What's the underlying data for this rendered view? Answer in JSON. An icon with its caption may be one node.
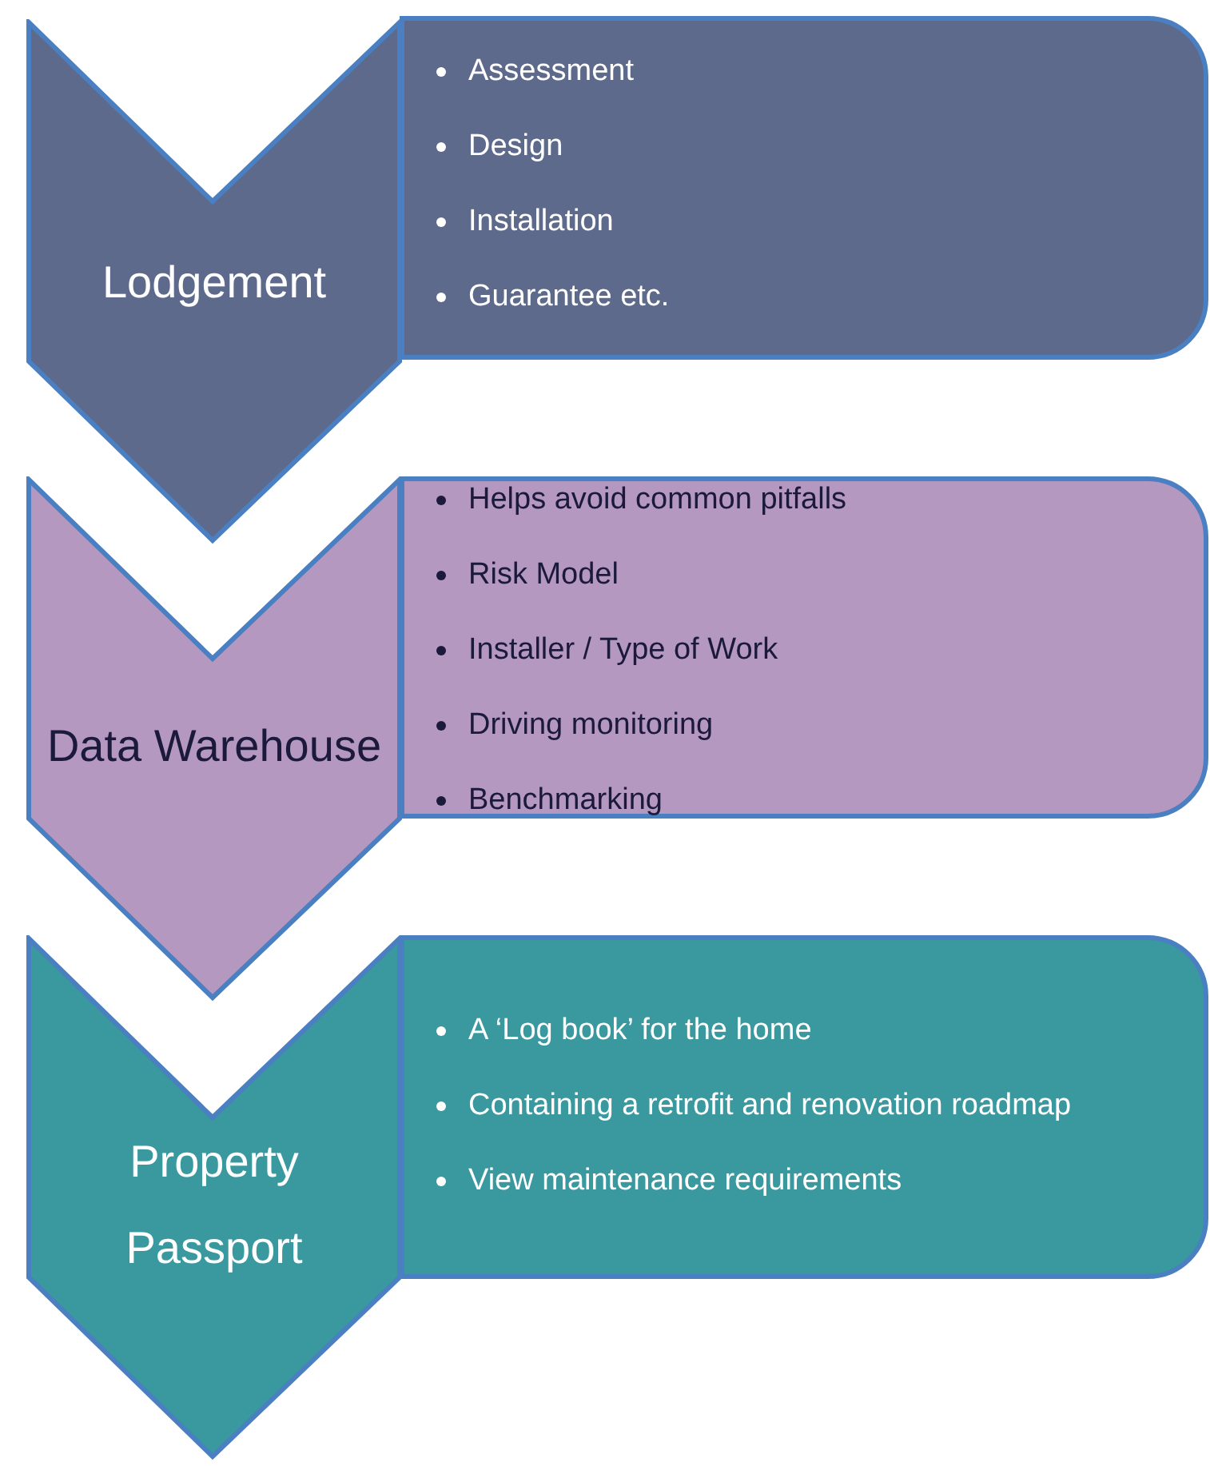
{
  "diagram": {
    "nodes": [
      {
        "text": [
          "Lodgement"
        ]
      },
      {
        "text": [
          "Assessment",
          "Design",
          "Installation",
          "Guarantee etc."
        ]
      },
      {
        "text": [
          "Data Warehouse"
        ]
      },
      {
        "text": [
          "Helps avoid common pitfalls",
          "Risk Model",
          "Installer / Type of Work",
          "Driving monitoring",
          "Benchmarking"
        ]
      },
      {
        "text": [
          "Property Passport"
        ]
      },
      {
        "text": [
          "A ‘Log book’ for the home",
          "Containing a retrofit and renovation roadmap",
          "View maintenance requirements"
        ]
      }
    ]
  }
}
